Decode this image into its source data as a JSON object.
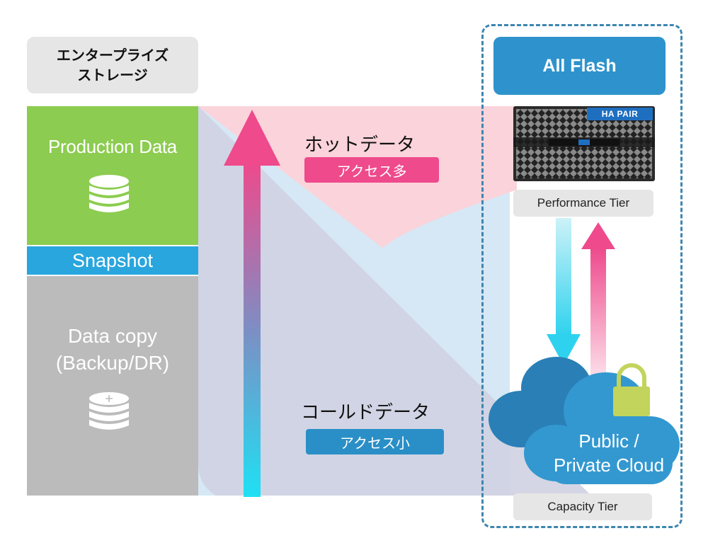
{
  "left_column": {
    "enterprise_label_line1": "エンタープライズ",
    "enterprise_label_line2": "ストレージ",
    "production_data": "Production Data",
    "snapshot": "Snapshot",
    "data_copy_line1": "Data copy",
    "data_copy_line2": "(Backup/DR)",
    "database_icon": "database-stack-icon",
    "database_add_icon": "database-plus-icon"
  },
  "middle": {
    "hot_title": "ホットデータ",
    "hot_badge": "アクセス多",
    "cold_title": "コールドデータ",
    "cold_badge": "アクセス小",
    "arrow_icon": "vertical-gradient-arrow-icon"
  },
  "right_column": {
    "all_flash": "All Flash",
    "ha_badge": "HA PAIR",
    "performance_tier": "Performance Tier",
    "cloud_line1": "Public /",
    "cloud_line2": "Private Cloud",
    "capacity_tier": "Capacity Tier",
    "lock_icon": "padlock-icon",
    "cloud_icon": "cloud-icon",
    "server_icon": "storage-array-icon"
  },
  "colors": {
    "green": "#8ccc50",
    "blue": "#29a6dd",
    "gray": "#bbbbbb",
    "hot_pink": "#ee4a8c",
    "cold_blue": "#2a8fc6",
    "frame": "#3d86b0",
    "lock": "#c2d45c"
  }
}
